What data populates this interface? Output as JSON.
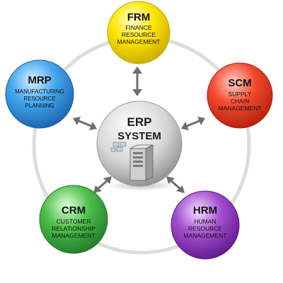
{
  "center": {
    "title_line1": "ERP",
    "title_line2": "SYSTEM",
    "icon": "server-tower-icon"
  },
  "modules": [
    {
      "id": "frm",
      "abbr": "FRM",
      "lines": [
        "FINANCE",
        "RESOURCE",
        "MANAGEMENT"
      ],
      "color": "#f2d200"
    },
    {
      "id": "scm",
      "abbr": "SCM",
      "lines": [
        "SUPPLY",
        "CHAIN",
        "MANAGEMENT"
      ],
      "color": "#e8331c"
    },
    {
      "id": "hrm",
      "abbr": "HRM",
      "lines": [
        "HUMAN",
        "RESOURCE",
        "MANAGEMENT"
      ],
      "color": "#8a2fb5"
    },
    {
      "id": "crm",
      "abbr": "CRM",
      "lines": [
        "CUSTOMER",
        "RELATIONSHIP",
        "MANAGEMENT"
      ],
      "color": "#3aa53a"
    },
    {
      "id": "mrp",
      "abbr": "MRP",
      "lines": [
        "MANUFACTURING",
        "RESOURCE",
        "PLANNING"
      ],
      "color": "#2d8fd8"
    }
  ],
  "connector": {
    "icon": "double-arrow-icon",
    "color": "#6e6e6e"
  },
  "ring_color": "#dcdcdc"
}
